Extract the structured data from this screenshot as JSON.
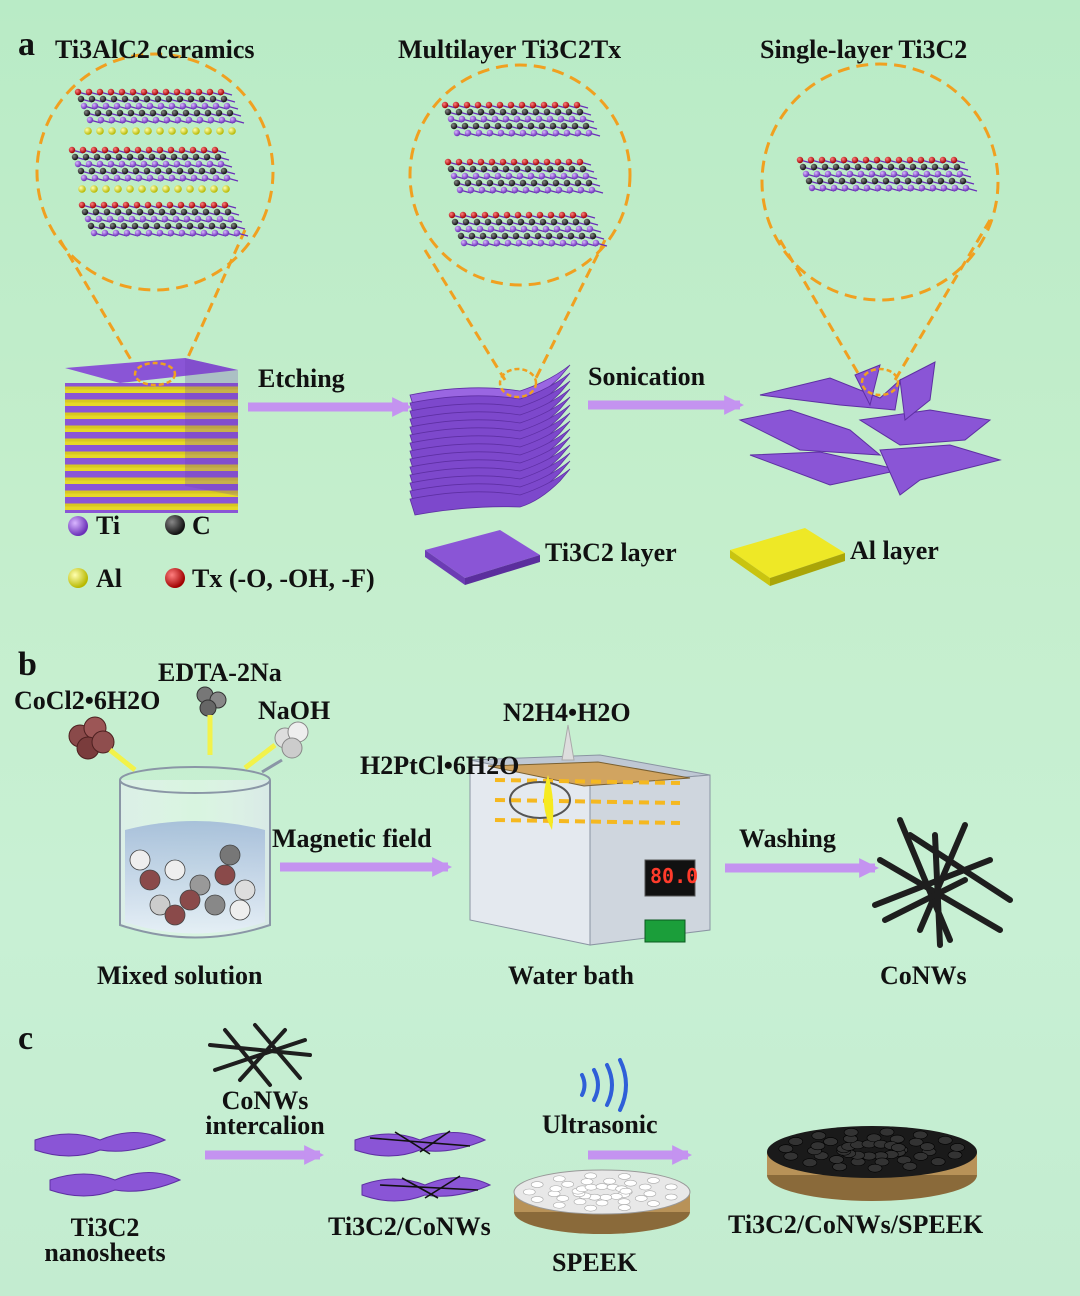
{
  "panel_a": {
    "letter": "a",
    "stage1_title": "Ti3AlC2 ceramics",
    "stage2_title": "Multilayer Ti3C2Tx",
    "stage3_title": "Single-layer Ti3C2",
    "arrow1_label": "Etching",
    "arrow2_label": "Sonication",
    "legend": {
      "ti": "Ti",
      "c": "C",
      "al": "Al",
      "tx": "Tx (-O, -OH, -F)",
      "ti3c2_layer": "Ti3C2 layer",
      "al_layer": "Al layer"
    }
  },
  "panel_b": {
    "letter": "b",
    "reagent1": "CoCl2•6H2O",
    "reagent2": "EDTA-2Na",
    "reagent3": "NaOH",
    "reagent4": "N2H4•H2O",
    "reagent5": "H2PtCl•6H2O",
    "arrow1_label": "Magnetic field",
    "arrow2_label": "Washing",
    "caption1": "Mixed solution",
    "caption2": "Water bath",
    "caption3": "CoNWs",
    "display_value": "80.0"
  },
  "panel_c": {
    "letter": "c",
    "nanosheets_line1": "Ti3C2",
    "nanosheets_line2": "nanosheets",
    "arrow1_line1": "CoNWs",
    "arrow1_line2": "intercalion",
    "composite": "Ti3C2/CoNWs",
    "arrow2_label": "Ultrasonic",
    "speek": "SPEEK",
    "final": "Ti3C2/CoNWs/SPEEK"
  },
  "colors": {
    "background": "#c2eccc",
    "ti_atom": "#8f4fd8",
    "c_atom": "#222222",
    "al_atom": "#e6e830",
    "tx_atom": "#d11818",
    "ti3c2_sheet": "#8a55d6",
    "al_sheet": "#e8e422",
    "zoom_circle": "#f0a020",
    "arrow": "#c493f0",
    "nanowire": "#1e1e1e",
    "speek_disc": "#c9a36a"
  }
}
